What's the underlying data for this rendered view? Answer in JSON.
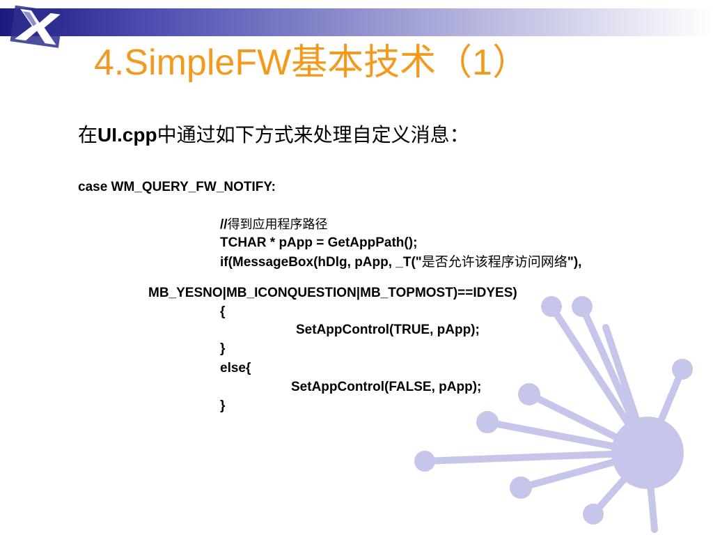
{
  "title": "4.SimpleFW基本技术（1）",
  "lead": {
    "prefix": "在",
    "file": "UI.cpp",
    "suffix": "中通过如下方式来处理自定义消息："
  },
  "code": {
    "case_line": "case WM_QUERY_FW_NOTIFY:",
    "comment_slashes": "//",
    "comment_text": "得到应用程序路径",
    "tchar_line": "TCHAR * pApp = GetAppPath();",
    "if_prefix": "if(MessageBox(hDlg, pApp, _T(\"",
    "if_cjk": "是否允许该程序访问网络",
    "if_suffix": "\"),",
    "mb_line": "MB_YESNO|MB_ICONQUESTION|MB_TOPMOST)==IDYES)",
    "open_brace_1": "{",
    "set_true": "SetAppControl(TRUE, pApp);",
    "close_brace_1": "}",
    "else_line": "else{",
    "set_false": "SetAppControl(FALSE, pApp);",
    "close_brace_2": "}"
  },
  "colors": {
    "title": "#f39a1e",
    "header_dark": "#1b1b7e",
    "decoration": "#c6c6ea"
  },
  "icons": [
    "x-logo-icon",
    "starburst-decoration"
  ]
}
